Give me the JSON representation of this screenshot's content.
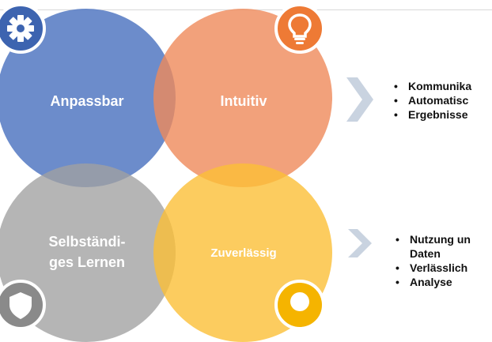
{
  "circles": {
    "blue": {
      "label": "Anpassbar",
      "color": "#587cc4"
    },
    "orange": {
      "label": "Intuitiv",
      "color": "#ef8a5a"
    },
    "gray": {
      "label_line1": "Selbständi-",
      "label_line2": "ges Lernen",
      "color": "#a0a0a0"
    },
    "yellow": {
      "label": "Zuverlässig",
      "color": "#fbbf37"
    }
  },
  "icons": {
    "top_left": "gear-icon",
    "top_right": "lightbulb-icon",
    "bottom_left": "shield-icon",
    "bottom_right": "badge-icon"
  },
  "list_top": [
    "Kommunika",
    "Automatisc",
    "Ergebnisse"
  ],
  "list_bottom": [
    "Nutzung un",
    "Verlässlich",
    "Analyse"
  ],
  "list_bottom_first_line2": "Daten"
}
